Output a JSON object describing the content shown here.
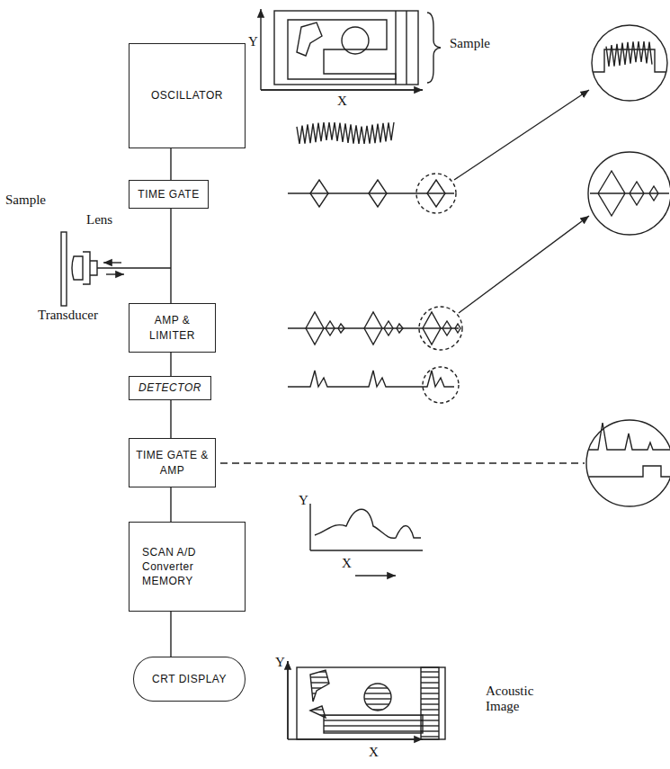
{
  "diagram": {
    "nodes": [
      {
        "text": [
          "OSCILLATOR"
        ]
      },
      {
        "text": [
          "TIME GATE"
        ]
      },
      {
        "text": [
          "AMP & LIMITER"
        ]
      },
      {
        "text": [
          "DETECTOR"
        ]
      },
      {
        "text": [
          "TIME GATE & AMP"
        ]
      },
      {
        "text": [
          "SCAN A/D Converter MEMORY"
        ]
      },
      {
        "text": [
          "CRT DISPLAY"
        ]
      }
    ],
    "edges": [
      {
        "from": 0,
        "to": 1,
        "arrow": "none"
      },
      {
        "from": 1,
        "to": 2,
        "arrow": "none"
      },
      {
        "from": 2,
        "to": 3,
        "arrow": "none"
      },
      {
        "from": 3,
        "to": 4,
        "arrow": "none"
      },
      {
        "from": 4,
        "to": 5,
        "arrow": "none"
      },
      {
        "from": 5,
        "to": 6,
        "arrow": "none"
      }
    ],
    "labels": [
      "Y",
      "X",
      "Sample",
      "Sample",
      "Lens",
      "Transducer",
      "Y",
      "X",
      "Y",
      "X",
      "Acoustic Image"
    ]
  }
}
